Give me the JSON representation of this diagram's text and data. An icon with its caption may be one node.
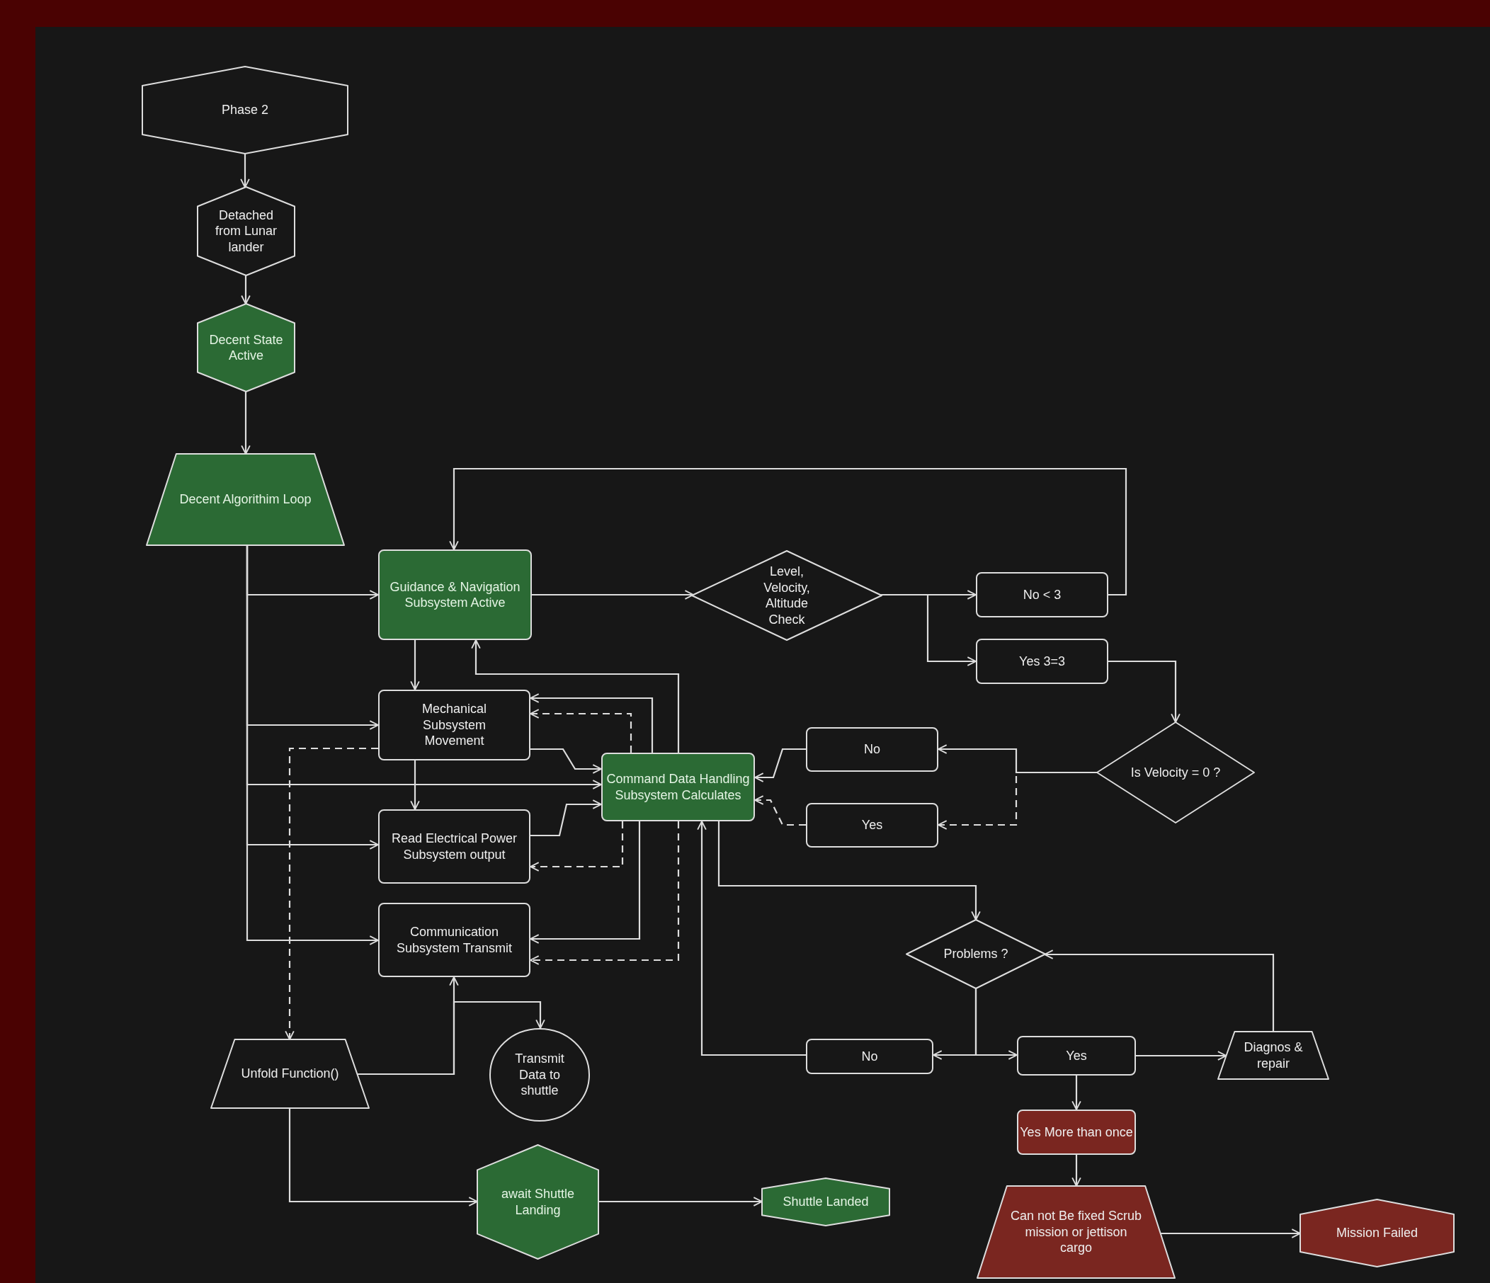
{
  "diagram": {
    "nodes": [
      {
        "text": [
          "Phase 2"
        ]
      },
      {
        "text": [
          "Detached from Lunar lander"
        ]
      },
      {
        "text": [
          "Decent State Active"
        ]
      },
      {
        "text": [
          "Decent Algorithim Loop"
        ]
      },
      {
        "text": [
          "Guidance & Navigation Subsystem Active"
        ]
      },
      {
        "text": [
          "Level, Velocity, Altitude Check"
        ]
      },
      {
        "text": [
          "No < 3"
        ]
      },
      {
        "text": [
          "Yes 3=3"
        ]
      },
      {
        "text": [
          "Mechanical Subsystem Movement"
        ]
      },
      {
        "text": [
          "Command Data Handling Subsystem Calculates"
        ]
      },
      {
        "text": [
          "No"
        ]
      },
      {
        "text": [
          "Is Velocity = 0 ?"
        ]
      },
      {
        "text": [
          "Read Electrical Power Subsystem output"
        ]
      },
      {
        "text": [
          "Yes"
        ]
      },
      {
        "text": [
          "Communication Subsystem Transmit"
        ]
      },
      {
        "text": [
          "Problems ?"
        ]
      },
      {
        "text": [
          "Unfold Function()"
        ]
      },
      {
        "text": [
          "Transmit Data to shuttle"
        ]
      },
      {
        "text": [
          "No"
        ]
      },
      {
        "text": [
          "Yes"
        ]
      },
      {
        "text": [
          "Diagnos & repair"
        ]
      },
      {
        "text": [
          "Yes More than once"
        ]
      },
      {
        "text": [
          "await Shuttle Landing"
        ]
      },
      {
        "text": [
          "Shuttle Landed"
        ]
      },
      {
        "text": [
          "Can not Be fixed Scrub mission or jettison cargo"
        ]
      },
      {
        "text": [
          "Mission Failed"
        ]
      }
    ],
    "edges": [
      {
        "from": 0,
        "to": 1,
        "arrow": "to"
      },
      {
        "from": 1,
        "to": 2,
        "arrow": "to"
      },
      {
        "from": 2,
        "to": 3,
        "arrow": "to"
      },
      {
        "from": 3,
        "to": 4,
        "arrow": "to"
      },
      {
        "from": 3,
        "to": 8,
        "arrow": "to"
      },
      {
        "from": 3,
        "to": 9,
        "arrow": "to"
      },
      {
        "from": 3,
        "to": 12,
        "arrow": "to"
      },
      {
        "from": 3,
        "to": 14,
        "arrow": "to"
      },
      {
        "from": 4,
        "to": 5,
        "arrow": "to"
      },
      {
        "from": 5,
        "to": 6,
        "arrow": "to"
      },
      {
        "from": 5,
        "to": 7,
        "arrow": "to"
      },
      {
        "from": 6,
        "to": 4,
        "arrow": "to"
      },
      {
        "from": 4,
        "to": 8,
        "arrow": "to"
      },
      {
        "from": 8,
        "to": 12,
        "arrow": "to"
      },
      {
        "from": 8,
        "to": 9,
        "arrow": "to"
      },
      {
        "from": 12,
        "to": 9,
        "arrow": "to"
      },
      {
        "from": 9,
        "to": 4,
        "arrow": "to"
      },
      {
        "from": 9,
        "to": 8,
        "arrow": "to"
      },
      {
        "from": 9,
        "to": 8,
        "arrow": "to",
        "style": "dashed"
      },
      {
        "from": 9,
        "to": 12,
        "arrow": "to",
        "style": "dashed"
      },
      {
        "from": 9,
        "to": 14,
        "arrow": "to"
      },
      {
        "from": 9,
        "to": 14,
        "arrow": "to",
        "style": "dashed"
      },
      {
        "from": 8,
        "to": 16,
        "arrow": "to",
        "style": "dashed"
      },
      {
        "from": 7,
        "to": 11,
        "arrow": "to"
      },
      {
        "from": 11,
        "to": 10,
        "arrow": "to"
      },
      {
        "from": 11,
        "to": 13,
        "arrow": "to",
        "style": "dashed"
      },
      {
        "from": 10,
        "to": 9,
        "arrow": "to"
      },
      {
        "from": 13,
        "to": 9,
        "arrow": "to",
        "style": "dashed"
      },
      {
        "from": 9,
        "to": 15,
        "arrow": "to"
      },
      {
        "from": 15,
        "to": 18,
        "arrow": "to"
      },
      {
        "from": 15,
        "to": 19,
        "arrow": "to"
      },
      {
        "from": 18,
        "to": 9,
        "arrow": "to"
      },
      {
        "from": 19,
        "to": 20,
        "arrow": "to"
      },
      {
        "from": 20,
        "to": 15,
        "arrow": "to"
      },
      {
        "from": 19,
        "to": 21,
        "arrow": "to"
      },
      {
        "from": 21,
        "to": 24,
        "arrow": "to"
      },
      {
        "from": 24,
        "to": 25,
        "arrow": "to"
      },
      {
        "from": 16,
        "to": 14,
        "arrow": "to"
      },
      {
        "from": 16,
        "to": 17,
        "arrow": "to"
      },
      {
        "from": 16,
        "to": 22,
        "arrow": "to"
      },
      {
        "from": 22,
        "to": 23,
        "arrow": "to"
      }
    ]
  }
}
